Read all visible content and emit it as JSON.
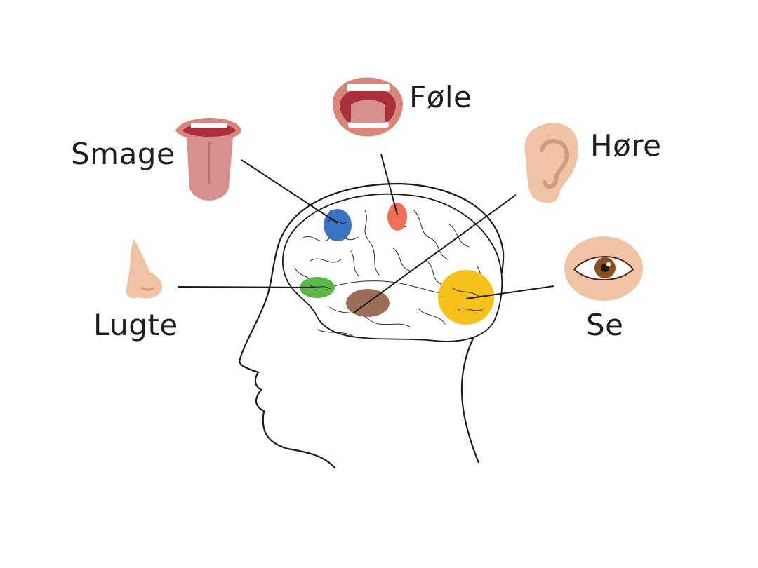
{
  "labels": {
    "taste": "Smage",
    "touch": "Føle",
    "hearing": "Høre",
    "smell": "Lugte",
    "sight": "Se"
  },
  "regions": {
    "taste": {
      "color": "#3a74c2"
    },
    "touch": {
      "color": "#ef6f57"
    },
    "hearing": {
      "color": "#9b6f57"
    },
    "smell": {
      "color": "#5bb848"
    },
    "sight": {
      "color": "#f6c21a"
    }
  },
  "colors": {
    "outline": "#1a1a1a",
    "skin": "#efc3a4",
    "skin_shadow": "#d39a7b",
    "lips": "#d9857a",
    "mouth_inside": "#a8313c",
    "tongue": "#d88f8f",
    "iris": "#8a4f1e"
  },
  "icons": [
    "tongue-mouth-icon",
    "open-mouth-icon",
    "ear-icon",
    "nose-icon",
    "eye-icon"
  ]
}
